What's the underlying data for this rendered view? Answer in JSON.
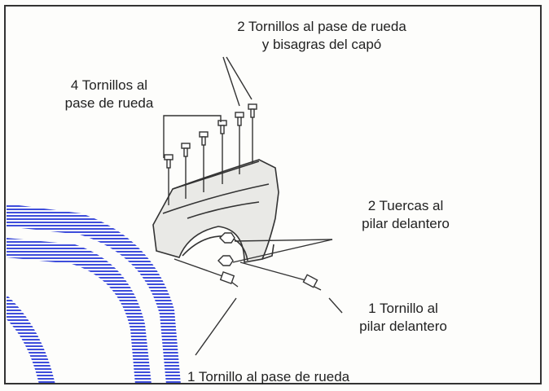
{
  "labels": {
    "top_right": "2 Tornillos al pase de rueda\ny bisagras del capó",
    "top_left": "4 Tornillos al\npase de rueda",
    "right_mid": "2 Tuercas al\npilar delantero",
    "right_low": "1 Tornillo al\npilar delantero",
    "bottom": "1 Tornillo al pase de rueda"
  },
  "colors": {
    "line": "#333333",
    "watermark": "#2a3bd8",
    "part_fill": "#e9e9e6"
  }
}
